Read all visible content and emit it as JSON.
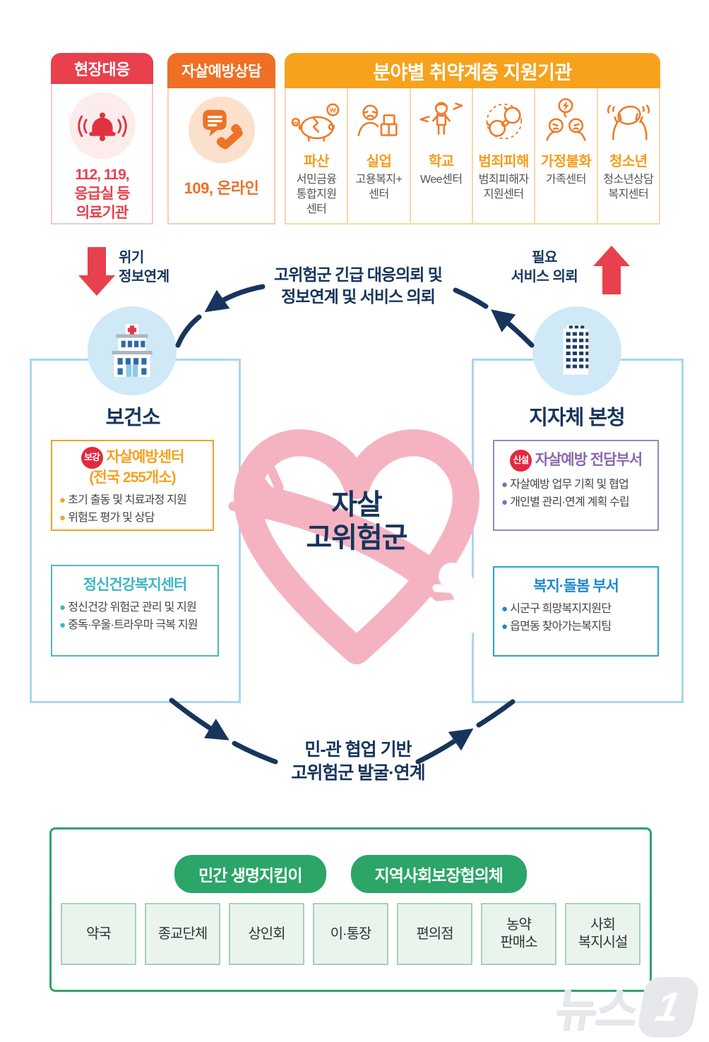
{
  "top": {
    "field_response": {
      "title": "현장대응",
      "body": "112, 119,\n응급실 등\n의료기관"
    },
    "counseling": {
      "title": "자살예방상담",
      "body": "109, 온라인"
    },
    "support_orgs": {
      "title": "분야별 취약계층 지원기관",
      "columns": [
        {
          "label": "파산",
          "org": "서민금융\n통합지원\n센터",
          "icon": "piggy-bank-broken-icon"
        },
        {
          "label": "실업",
          "org": "고용복지+\n센터",
          "icon": "unemployed-person-icon"
        },
        {
          "label": "학교",
          "org": "Wee센터",
          "icon": "school-bullying-icon"
        },
        {
          "label": "범죄피해",
          "org": "범죄피해자\n지원센터",
          "icon": "handcuffs-icon"
        },
        {
          "label": "가정불화",
          "org": "가족센터",
          "icon": "family-discord-icon"
        },
        {
          "label": "청소년",
          "org": "청소년상담\n복지센터",
          "icon": "distressed-youth-icon"
        }
      ]
    }
  },
  "flow": {
    "crisis_link_label": "위기\n정보연계",
    "service_request_label": "필요\n서비스 의뢰",
    "top_text": "고위험군 긴급 대응의뢰 및\n정보연계 및 서비스 의뢰",
    "bottom_text": "민-관 협업 기반\n고위험군 발굴·연계"
  },
  "center_heart": {
    "line1": "자살",
    "line2": "고위험군"
  },
  "health_center": {
    "label": "보건소",
    "box1": {
      "badge": "보강",
      "title": "자살예방센터",
      "subtitle": "(전국 255개소)",
      "bullets": [
        "초기 출동 및 치료과정 지원",
        "위험도 평가 및 상담"
      ]
    },
    "box2": {
      "title": "정신건강복지센터",
      "bullets": [
        "정신건강 위험군 관리 및 지원",
        "중독·우울·트라우마 극복 지원"
      ]
    }
  },
  "local_gov": {
    "label": "지자체 본청",
    "box1": {
      "badge": "신설",
      "title": "자살예방 전담부서",
      "bullets": [
        "자살예방 업무 기획 및 협업",
        "개인별 관리·연계 계획 수립"
      ]
    },
    "box2": {
      "title": "복지·돌봄 부서",
      "bullets": [
        "시군구 희망복지지원단",
        "읍면동 찾아가는복지팀"
      ]
    }
  },
  "community": {
    "pills": [
      "민간 생명지킴이",
      "지역사회보장협의체"
    ],
    "members": [
      "약국",
      "종교단체",
      "상인회",
      "이·통장",
      "편의점",
      "농약\n판매소",
      "사회\n복지시설"
    ]
  },
  "watermark": {
    "word": "뉴스",
    "one": "1"
  },
  "colors": {
    "red": "#e8404d",
    "deep_orange": "#ef7025",
    "header_orange": "#f6a21d",
    "navy": "#17355c",
    "light_blue_border": "#a9d6ee",
    "heart_pink": "#f5b3c1",
    "teal": "#3eb6c6",
    "purple": "#8a68b2",
    "blue": "#1f88cc",
    "green": "#2ba568",
    "badge_red": "#e2293f"
  }
}
